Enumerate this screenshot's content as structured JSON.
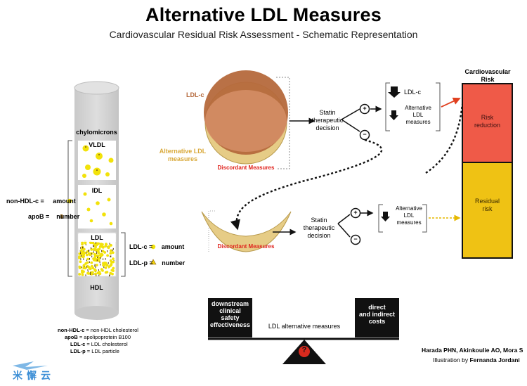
{
  "header": {
    "title": "Alternative LDL Measures",
    "subtitle": "Cardiovascular Residual Risk Assessment - Schematic Representation"
  },
  "tube": {
    "chylomicrons": "chylomicrons",
    "vldl": "VLDL",
    "idl": "IDL",
    "ldl": "LDL",
    "hdl": "HDL",
    "non_hdl_label": "non-HDL-c =",
    "non_hdl_value": "amount",
    "apob_label": "apoB =",
    "apob_value": "number",
    "ldlc_label": "LDL-c =",
    "ldlc_value": "amount",
    "ldlp_label": "LDL-p =",
    "ldlp_value": "number"
  },
  "legend": [
    {
      "abbr": "non-HDL-c",
      "text": "= non-HDL cholesterol"
    },
    {
      "abbr": "apoB",
      "text": "= apolipoprotein B100"
    },
    {
      "abbr": "LDL-c",
      "text": "= LDL cholesterol"
    },
    {
      "abbr": "LDL-p",
      "text": "= LDL particle"
    }
  ],
  "venn": {
    "ldl_c": "LDL-c",
    "alt_line1": "Alternative LDL",
    "alt_line2": "measures",
    "discordant": "Discordant Measures",
    "discordant_lower": "Discordant Measures"
  },
  "statin_top": {
    "line1": "Statin",
    "line2": "therapeutic",
    "line3": "decision",
    "plus": "+",
    "minus": "−",
    "ldl_c": "LDL-c",
    "alt_line1": "Alternative",
    "alt_line2": "LDL",
    "alt_line3": "measures"
  },
  "statin_bottom": {
    "line1": "Statin",
    "line2": "therapeutic",
    "line3": "decision",
    "plus": "+",
    "minus": "−",
    "alt_line1": "Alternative",
    "alt_line2": "LDL",
    "alt_line3": "measures"
  },
  "risk": {
    "heading_line1": "Cardiovascular",
    "heading_line2": "Risk",
    "reduction_line1": "Risk",
    "reduction_line2": "reduction",
    "residual_line1": "Residual",
    "residual_line2": "risk",
    "reduction_color": "#ef5a48",
    "residual_color": "#efc214"
  },
  "balance": {
    "left_line1": "downstream",
    "left_line2": "clinical",
    "left_line3": "safety",
    "left_line4": "effectiveness",
    "right_line1": "direct",
    "right_line2": "and indirect",
    "right_line3": "costs",
    "center": "LDL alternative measures",
    "question": "?"
  },
  "credits": {
    "authors": "Harada PHN, Akinkoulie AO, Mora S",
    "illustration_prefix": "Illustration by",
    "illustrator": "Fernanda Jordani"
  },
  "watermark": "米懈云",
  "colors": {
    "ldl_brown": "#b5693c",
    "alt_tan": "#e6cc86",
    "discordant_red": "#e0251f",
    "particle_yellow": "#f2e20a"
  }
}
